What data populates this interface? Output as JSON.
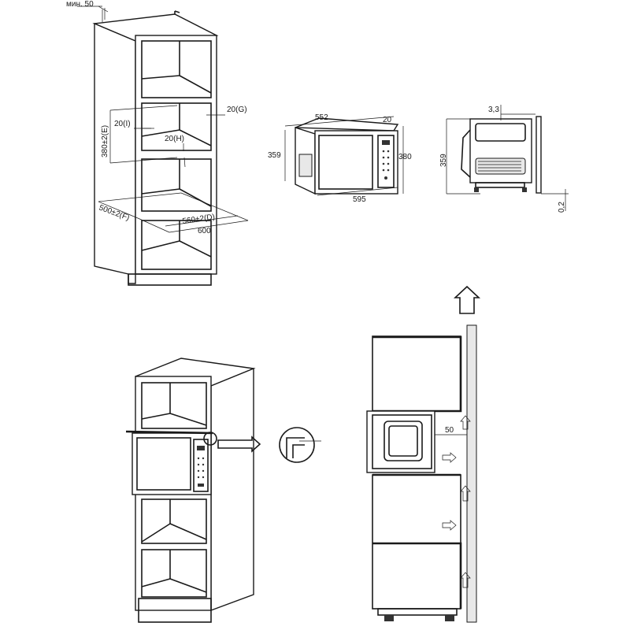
{
  "cabinet_view": {
    "min_clearance": "мин. 50",
    "gap_g": "20(G)",
    "gap_i": "20(I)",
    "height_e": "380±2(E)",
    "gap_h": "20(H)",
    "depth_f": "500±2(F)",
    "width_d": "560±2(D)",
    "width_outer": "600"
  },
  "microwave_front_view": {
    "depth": "552",
    "frame": "20",
    "height_left": "359",
    "height_right": "380",
    "width": "595"
  },
  "microwave_side_view": {
    "top_offset": "3,3",
    "height": "359",
    "bottom_offset": "0,2"
  },
  "section_view": {
    "ventilation_gap": "50"
  },
  "colors": {
    "line": "#1a1a1a",
    "background": "#ffffff"
  }
}
